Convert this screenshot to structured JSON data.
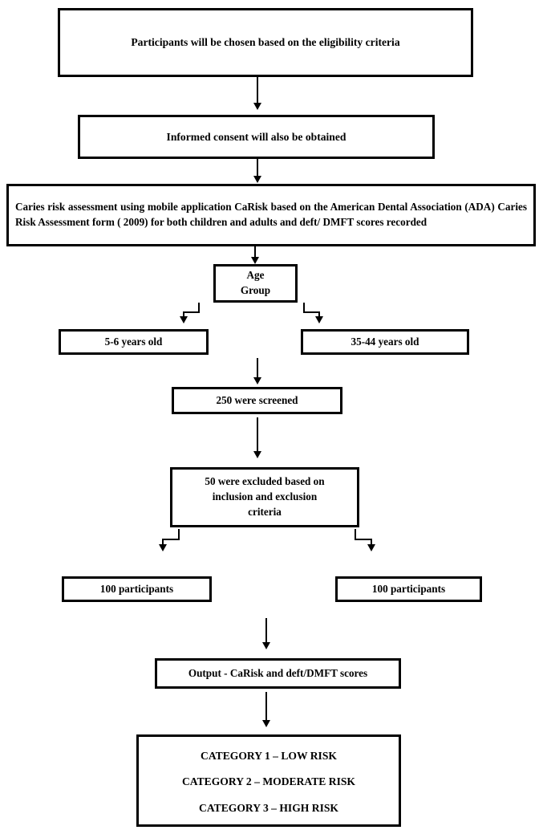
{
  "chart_data": {
    "type": "flowchart",
    "title": "Caries risk assessment study flow",
    "orientation": "top-to-bottom",
    "nodes": [
      {
        "id": "eligibility",
        "label": "Participants will be chosen based on the eligibility criteria"
      },
      {
        "id": "consent",
        "label": "Informed consent will also be obtained"
      },
      {
        "id": "assessment",
        "label": "Caries risk assessment using mobile application CaRisk based on the American Dental Association (ADA) Caries Risk Assessment form ( 2009)  for both children and adults and deft/ DMFT scores recorded"
      },
      {
        "id": "age-group",
        "label_line1": "Age",
        "label_line2": "Group"
      },
      {
        "id": "age-children",
        "label": "5-6 years old"
      },
      {
        "id": "age-adults",
        "label": "35-44 years old"
      },
      {
        "id": "screened",
        "label": "250 were screened"
      },
      {
        "id": "excluded",
        "label_line1": "50 were excluded based on",
        "label_line2": "inclusion and exclusion",
        "label_line3": "criteria"
      },
      {
        "id": "participants-left",
        "label": "100 participants"
      },
      {
        "id": "participants-right",
        "label": "100 participants"
      },
      {
        "id": "output",
        "label": "Output - CaRisk and deft/DMFT scores"
      },
      {
        "id": "categories",
        "line1": "CATEGORY 1 – LOW RISK",
        "line2": "CATEGORY 2 – MODERATE RISK",
        "line3": "CATEGORY 3 – HIGH RISK"
      }
    ],
    "edges": [
      {
        "from": "eligibility",
        "to": "consent",
        "style": "straight-down-arrow"
      },
      {
        "from": "consent",
        "to": "assessment",
        "style": "straight-down-arrow"
      },
      {
        "from": "assessment",
        "to": "age-group",
        "style": "straight-down-arrow"
      },
      {
        "from": "age-group",
        "to": "age-children",
        "style": "elbow-left-down-arrow"
      },
      {
        "from": "age-group",
        "to": "age-adults",
        "style": "elbow-right-down-arrow"
      },
      {
        "from": "age-group",
        "to": "screened",
        "style": "straight-down-arrow"
      },
      {
        "from": "screened",
        "to": "excluded",
        "style": "straight-down-arrow"
      },
      {
        "from": "excluded",
        "to": "participants-left",
        "style": "elbow-left-down-arrow"
      },
      {
        "from": "excluded",
        "to": "participants-right",
        "style": "elbow-right-down-arrow"
      },
      {
        "from": "excluded",
        "to": "output",
        "style": "straight-down-arrow"
      },
      {
        "from": "output",
        "to": "categories",
        "style": "straight-down-arrow"
      }
    ],
    "colors": {
      "box_border": "#000000",
      "box_fill": "#ffffff",
      "text": "#000000",
      "connector": "#000000",
      "background": "#ffffff"
    }
  },
  "flow": {
    "box_eligibility": {
      "text": "Participants will be chosen based on the eligibility criteria"
    },
    "box_consent": {
      "text": "Informed consent will also be obtained"
    },
    "box_assessment": {
      "text": "Caries risk assessment using mobile application CaRisk based on the American Dental Association (ADA) Caries Risk Assessment form ( 2009)  for both children and adults and deft/ DMFT scores recorded"
    },
    "box_age_group": {
      "line1": "Age",
      "line2": "Group"
    },
    "box_age_children": {
      "text": "5-6 years old"
    },
    "box_age_adults": {
      "text": "35-44 years old"
    },
    "box_screened": {
      "text": "250 were screened"
    },
    "box_excluded": {
      "line1": "50 were excluded based on",
      "line2": "inclusion and exclusion",
      "line3": "criteria"
    },
    "box_participants_left": {
      "text": "100 participants"
    },
    "box_participants_right": {
      "text": "100 participants"
    },
    "box_output": {
      "text": "Output - CaRisk and deft/DMFT scores"
    },
    "box_categories": {
      "line1": "CATEGORY 1 – LOW RISK",
      "line2": "CATEGORY 2 – MODERATE RISK",
      "line3": "CATEGORY 3 – HIGH RISK"
    }
  }
}
